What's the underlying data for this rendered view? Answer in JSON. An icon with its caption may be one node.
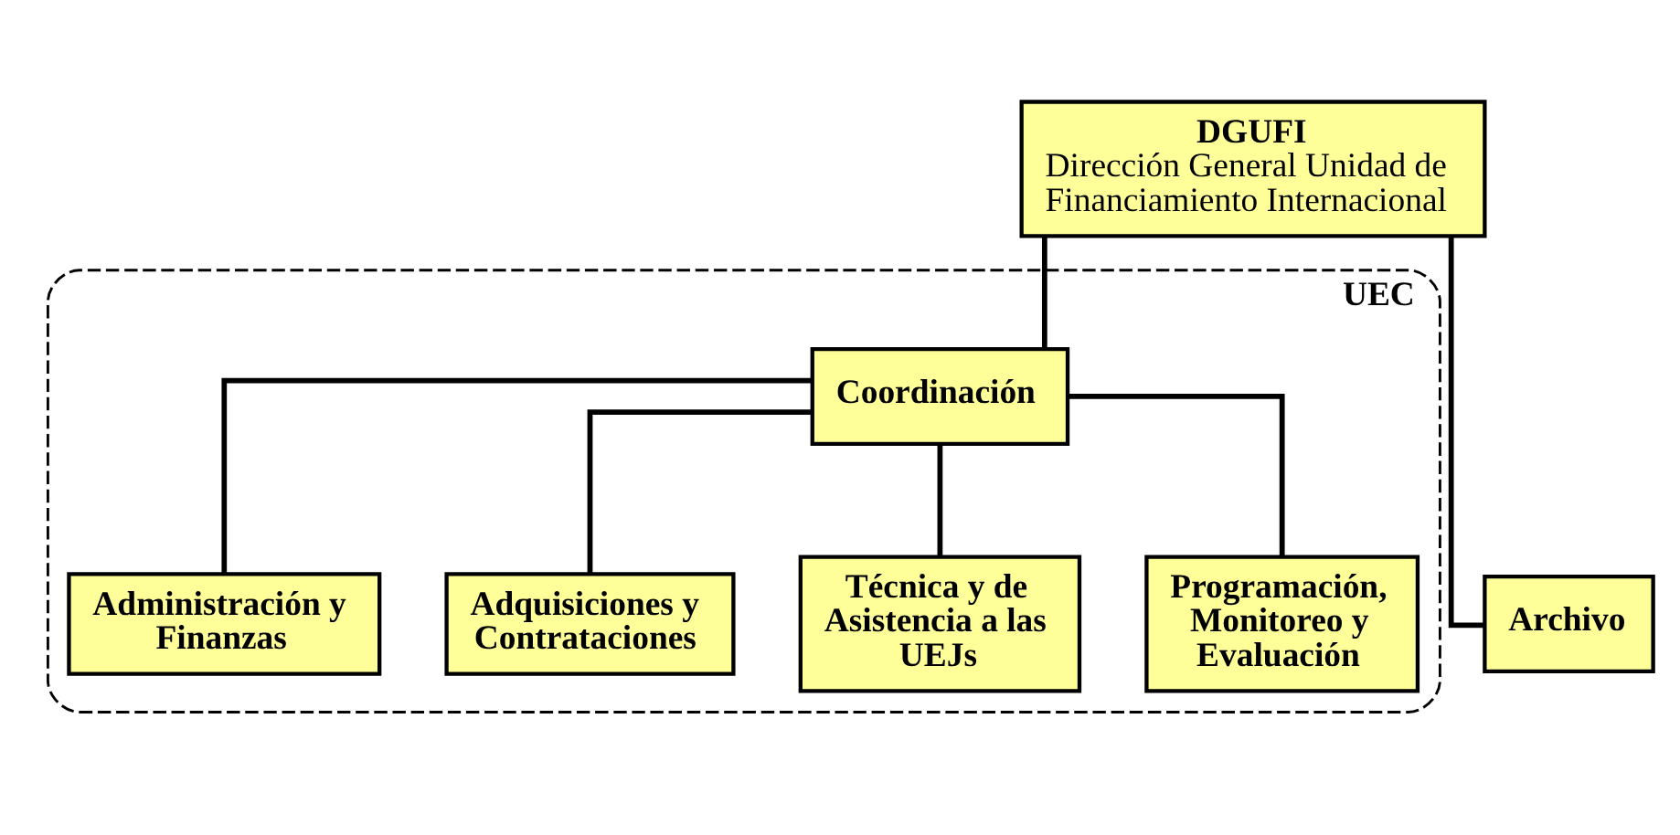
{
  "diagram": {
    "nodes": [
      {
        "text": [
          "DGUFI",
          "Dirección General Unidad de Financiamiento Internacional"
        ]
      },
      {
        "text": [
          "UEC"
        ]
      },
      {
        "text": [
          "Coordinación"
        ],
        "in": 1
      },
      {
        "text": [
          "Administración y Finanzas"
        ],
        "in": 1
      },
      {
        "text": [
          "Adquisiciones y Contrataciones"
        ],
        "in": 1
      },
      {
        "text": [
          "Técnica y de Asistencia a las UEJs"
        ],
        "in": 1
      },
      {
        "text": [
          "Programación, Monitoreo y Evaluación"
        ],
        "in": 1
      },
      {
        "text": [
          "Archivo"
        ]
      }
    ],
    "edges": [
      {
        "from": 0,
        "to": 2,
        "arrow": "none"
      },
      {
        "from": 2,
        "to": 3,
        "arrow": "none"
      },
      {
        "from": 2,
        "to": 4,
        "arrow": "none"
      },
      {
        "from": 2,
        "to": 5,
        "arrow": "none"
      },
      {
        "from": 2,
        "to": 6,
        "arrow": "none"
      },
      {
        "from": 0,
        "to": 7,
        "arrow": "none"
      }
    ]
  }
}
